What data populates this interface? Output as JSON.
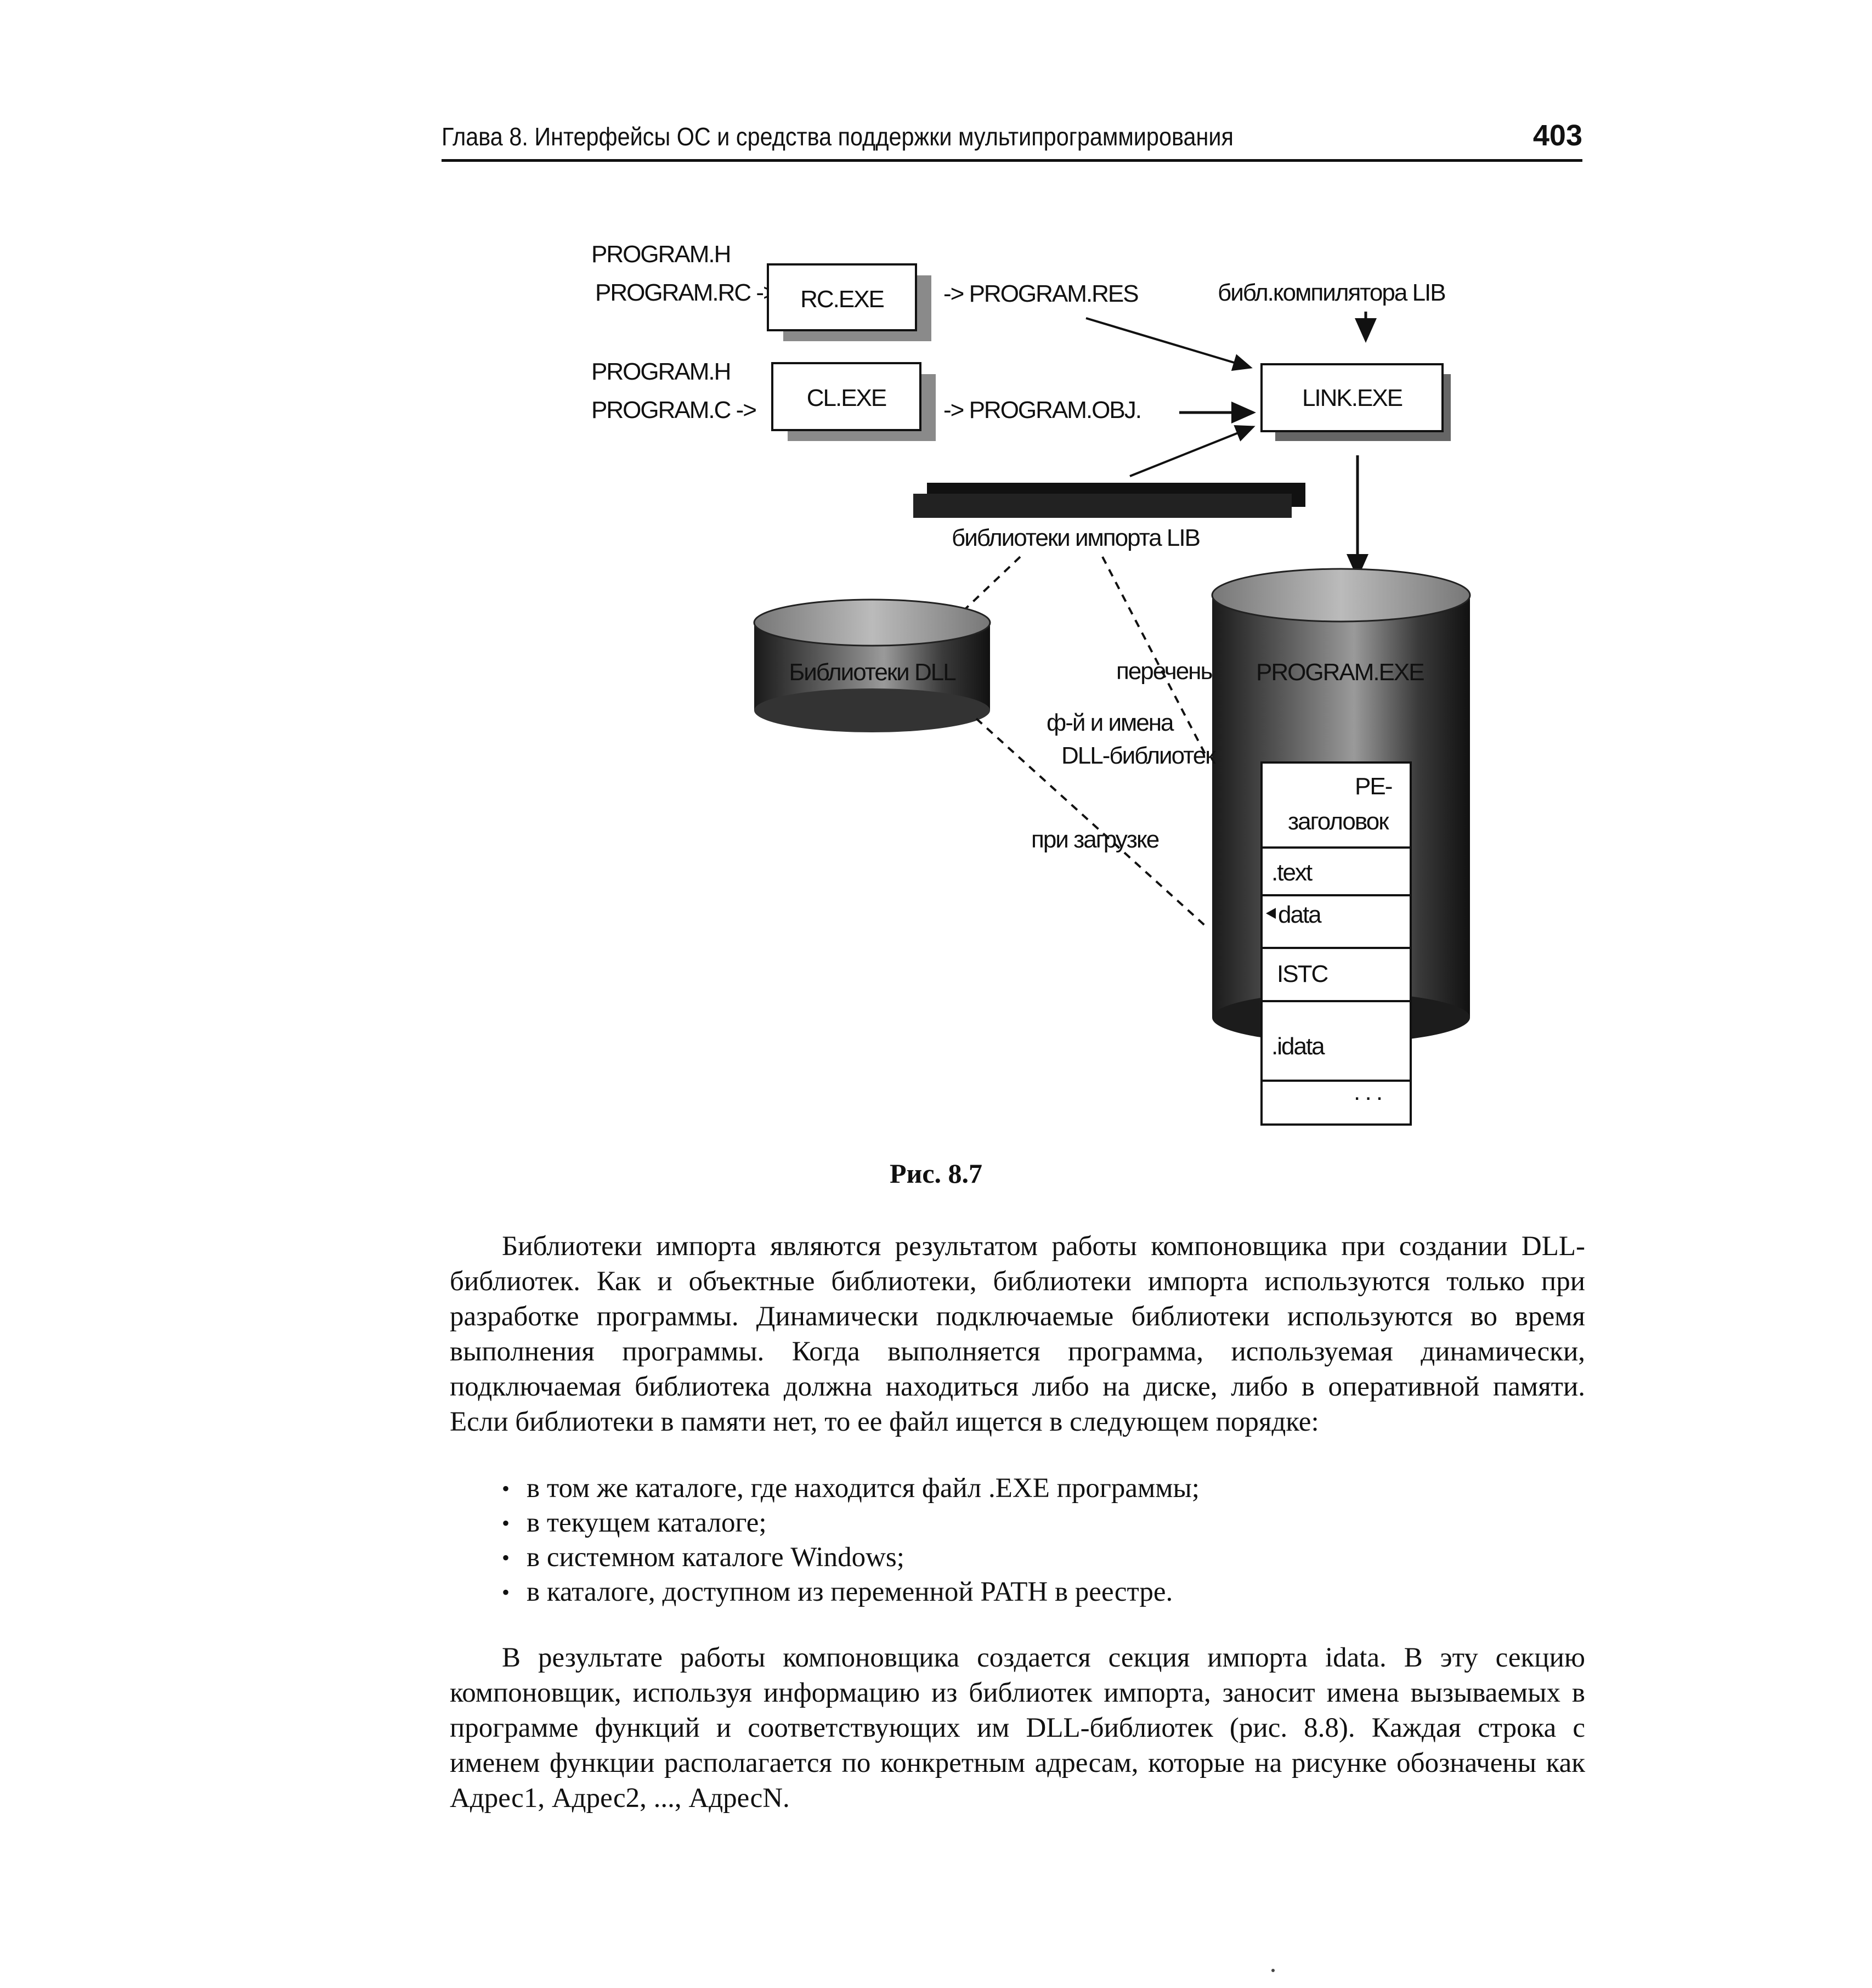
{
  "header": {
    "chapter_title": "Глава 8. Интерфейсы ОС и средства поддержки мультипрограммирования",
    "page_number": "403"
  },
  "figure": {
    "labels": {
      "program_h_1": "PROGRAM.H",
      "program_rc": "PROGRAM.RC ->",
      "rc_exe": "RC.EXE",
      "program_res": "-> PROGRAM.RES",
      "compiler_lib": "библ.компилятора LIB",
      "program_h_2": "PROGRAM.H",
      "program_c": "PROGRAM.C ->",
      "cl_exe": "CL.EXE",
      "program_obj": "-> PROGRAM.OBJ.",
      "link_exe": "LINK.EXE",
      "import_libs": "библиотеки импорта LIB",
      "dll_libs": "Библиотеки DLL",
      "program_exe": "PROGRAM.EXE",
      "list_line1": "перечень",
      "list_line2": "ф-й и имена",
      "list_line3": "DLL-библиотек",
      "on_load": "при загрузке",
      "pe_header_1": "PE-",
      "pe_header_2": "заголовок",
      "sec_text": ".text",
      "sec_data": "data",
      "sec_istc": "ISTC",
      "sec_idata": ".idata",
      "sec_more": ". . ."
    }
  },
  "caption": "Рис. 8.7",
  "paragraph1": "Библиотеки импорта являются результатом работы компоновщика при создании DLL-библиотек. Как и объектные библиотеки, библиотеки импорта используются только при разработке программы. Динамически подключаемые библиотеки используются во время выполнения программы. Когда выполняется программа, используемая динамически, подключаемая библиотека должна находиться либо на диске, либо в оперативной памяти. Если библиотеки в памяти нет, то ее файл ищется в следующем порядке:",
  "bullets": [
    "в том же каталоге, где находится файл .EXE программы;",
    "в текущем каталоге;",
    "в системном каталоге Windows;",
    "в каталоге, доступном из переменной PATH в реестре."
  ],
  "paragraph2": "В результате работы компоновщика создается секция импорта idata. В эту секцию компоновщик, используя информацию из библиотек импорта, заносит имена вызываемых в программе функций и соответствующих им DLL-библиотек (рис. 8.8). Каждая строка с именем функции располагается по конкретным адресам, которые на рисунке обозначены как Адрес1, Адрес2, ..., АдресN."
}
